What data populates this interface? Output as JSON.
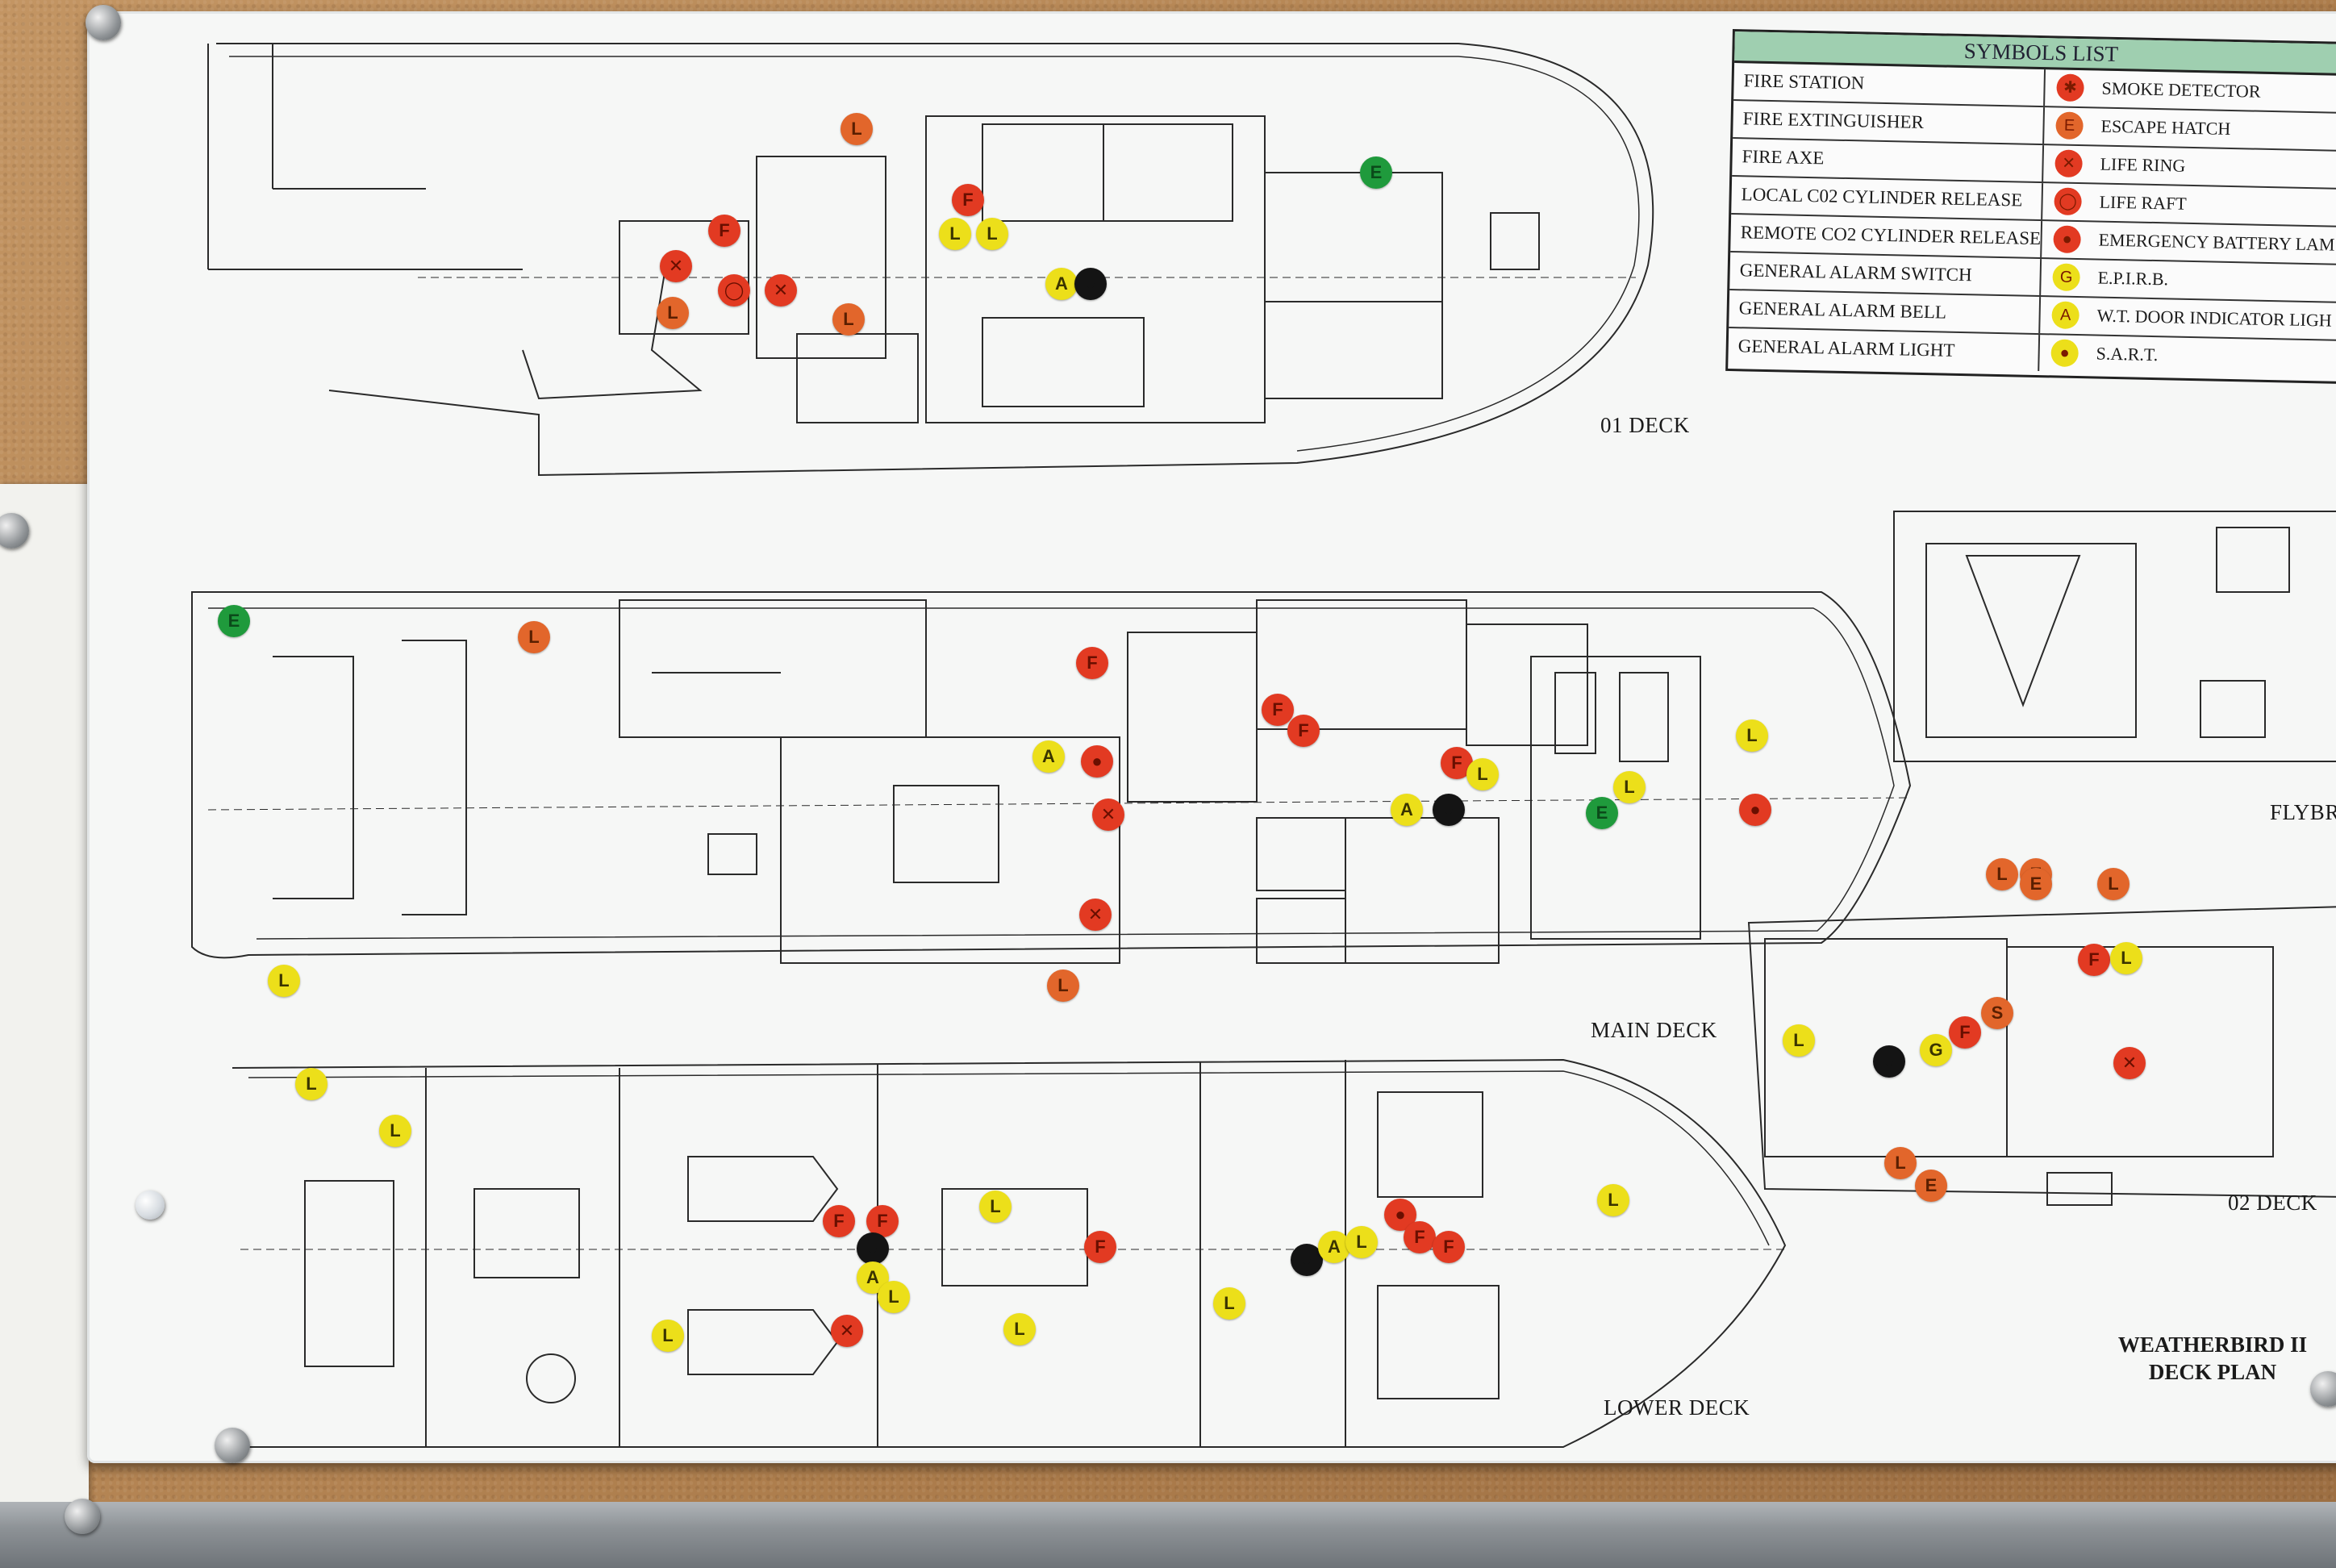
{
  "symbols_list": {
    "title": "SYMBOLS LIST",
    "rows": [
      {
        "left": "FIRE STATION",
        "right": "SMOKE DETECTOR",
        "symbol_color": "#e23a22",
        "symbol_glyph": "✱"
      },
      {
        "left": "FIRE EXTINGUISHER",
        "right": "ESCAPE HATCH",
        "symbol_color": "#e2662b",
        "symbol_glyph": "E"
      },
      {
        "left": "FIRE AXE",
        "right": "LIFE RING",
        "symbol_color": "#e23a22",
        "symbol_glyph": "✕"
      },
      {
        "left": "LOCAL C02 CYLINDER RELEASE",
        "right": "LIFE RAFT",
        "symbol_color": "#e23a22",
        "symbol_glyph": "◯"
      },
      {
        "left": "REMOTE CO2 CYLINDER RELEASE",
        "right": "EMERGENCY BATTERY LAM",
        "symbol_color": "#e23a22",
        "symbol_glyph": "●"
      },
      {
        "left": "GENERAL ALARM SWITCH",
        "right": "E.P.I.R.B.",
        "symbol_color": "#ecdf1a",
        "symbol_glyph": "G"
      },
      {
        "left": "GENERAL ALARM BELL",
        "right": "W.T. DOOR INDICATOR LIGH",
        "symbol_color": "#ecdf1a",
        "symbol_glyph": "A"
      },
      {
        "left": "GENERAL ALARM LIGHT",
        "right": "S.A.R.T.",
        "symbol_color": "#ecdf1a",
        "symbol_glyph": "●"
      }
    ]
  },
  "deck_labels": {
    "deck_01": "01 DECK",
    "main_deck": "MAIN DECK",
    "deck_02": "02 DECK",
    "lower_deck": "LOWER DECK",
    "flybridge": "FLYBR"
  },
  "plan_title": {
    "line1": "WEATHERBIRD II",
    "line2": "DECK PLAN"
  },
  "markers": [
    {
      "type": "orange",
      "glyph": "L"
    },
    {
      "type": "green",
      "glyph": "E"
    },
    {
      "type": "red",
      "glyph": "F"
    },
    {
      "type": "red",
      "glyph": "F"
    },
    {
      "type": "yellow",
      "glyph": "L"
    },
    {
      "type": "yellow",
      "glyph": "L"
    },
    {
      "type": "red",
      "glyph": "✕"
    },
    {
      "type": "red",
      "glyph": "◯"
    },
    {
      "type": "red",
      "glyph": "✕"
    },
    {
      "type": "orange",
      "glyph": "L"
    },
    {
      "type": "yellow",
      "glyph": "A"
    },
    {
      "type": "black",
      "glyph": "●"
    },
    {
      "type": "orange",
      "glyph": "L"
    },
    {
      "type": "green",
      "glyph": "E"
    },
    {
      "type": "orange",
      "glyph": "L"
    },
    {
      "type": "red",
      "glyph": "F"
    },
    {
      "type": "yellow",
      "glyph": "A"
    },
    {
      "type": "red",
      "glyph": "●"
    },
    {
      "type": "red",
      "glyph": "✕"
    },
    {
      "type": "red",
      "glyph": "✕"
    },
    {
      "type": "orange",
      "glyph": "L"
    },
    {
      "type": "red",
      "glyph": "F"
    },
    {
      "type": "red",
      "glyph": "F"
    },
    {
      "type": "red",
      "glyph": "F"
    },
    {
      "type": "yellow",
      "glyph": "L"
    },
    {
      "type": "yellow",
      "glyph": "A"
    },
    {
      "type": "black",
      "glyph": "●"
    },
    {
      "type": "yellow",
      "glyph": "L"
    },
    {
      "type": "green",
      "glyph": "E"
    },
    {
      "type": "yellow",
      "glyph": "L"
    },
    {
      "type": "red",
      "glyph": "●"
    },
    {
      "type": "yellow",
      "glyph": "L"
    },
    {
      "type": "yellow",
      "glyph": "L"
    },
    {
      "type": "yellow",
      "glyph": "L"
    },
    {
      "type": "yellow",
      "glyph": "L"
    },
    {
      "type": "red",
      "glyph": "F"
    },
    {
      "type": "red",
      "glyph": "F"
    },
    {
      "type": "black",
      "glyph": "●"
    },
    {
      "type": "yellow",
      "glyph": "A"
    },
    {
      "type": "yellow",
      "glyph": "L"
    },
    {
      "type": "yellow",
      "glyph": "L"
    },
    {
      "type": "red",
      "glyph": "✕"
    },
    {
      "type": "yellow",
      "glyph": "L"
    },
    {
      "type": "red",
      "glyph": "F"
    },
    {
      "type": "yellow",
      "glyph": "L"
    },
    {
      "type": "black",
      "glyph": "●"
    },
    {
      "type": "yellow",
      "glyph": "A"
    },
    {
      "type": "yellow",
      "glyph": "L"
    },
    {
      "type": "red",
      "glyph": "●"
    },
    {
      "type": "red",
      "glyph": "F"
    },
    {
      "type": "red",
      "glyph": "F"
    },
    {
      "type": "yellow",
      "glyph": "L"
    },
    {
      "type": "orange",
      "glyph": "L"
    },
    {
      "type": "orange",
      "glyph": "E"
    },
    {
      "type": "orange",
      "glyph": "E"
    },
    {
      "type": "orange",
      "glyph": "L"
    },
    {
      "type": "red",
      "glyph": "F"
    },
    {
      "type": "yellow",
      "glyph": "L"
    },
    {
      "type": "orange",
      "glyph": "S"
    },
    {
      "type": "yellow",
      "glyph": "L"
    },
    {
      "type": "black",
      "glyph": "●"
    },
    {
      "type": "yellow",
      "glyph": "G"
    },
    {
      "type": "red",
      "glyph": "F"
    },
    {
      "type": "red",
      "glyph": "✕"
    },
    {
      "type": "orange",
      "glyph": "L"
    },
    {
      "type": "orange",
      "glyph": "E"
    }
  ]
}
